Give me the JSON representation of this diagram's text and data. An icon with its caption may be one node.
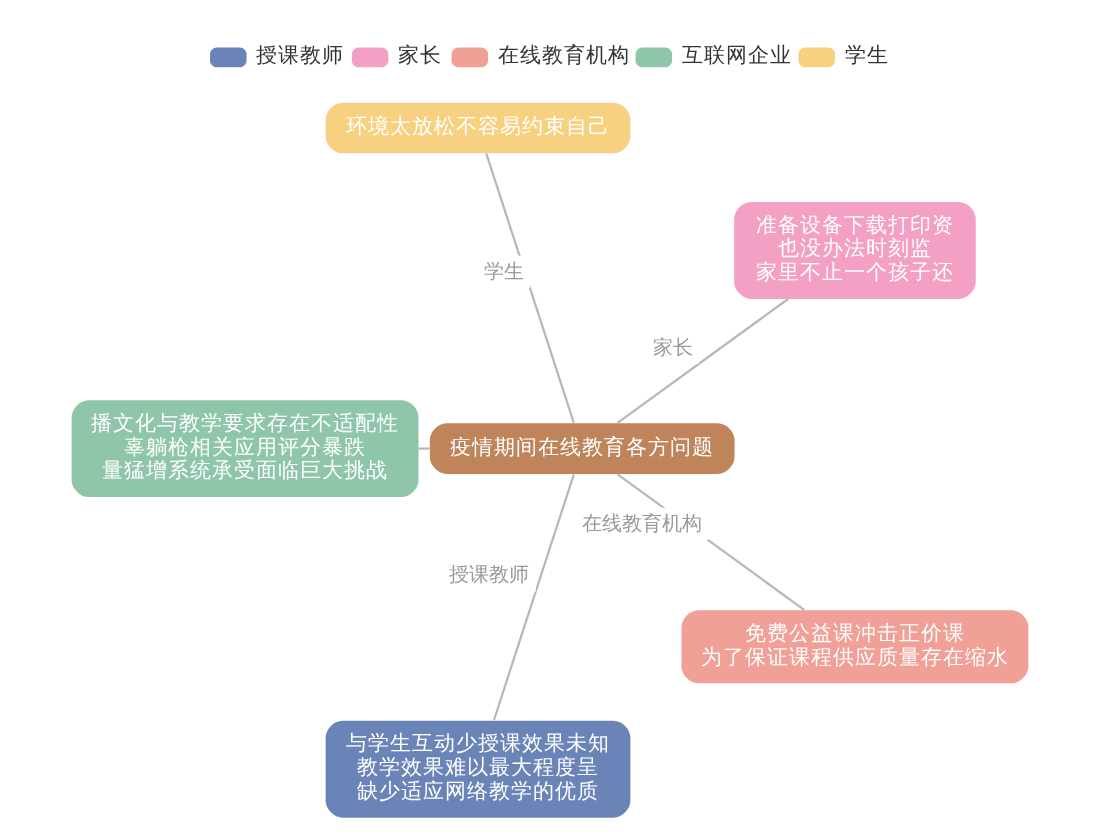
{
  "diagram": {
    "nodes": [
      {
        "text": [
          "疫情期间在线教育各方问题"
        ]
      },
      {
        "text": [
          "环境太放松不容易约束自己"
        ]
      },
      {
        "text": [
          "播文化与教学要求存在不适配性",
          "辜躺枪相关应用评分暴跌",
          "量猛增系统承受面临巨大挑战"
        ]
      },
      {
        "text": [
          "准备设备下载打印资",
          "也没办法时刻监",
          "家里不止一个孩子还"
        ]
      },
      {
        "text": [
          "与学生互动少授课效果未知",
          "教学效果难以最大程度呈",
          "缺少适应网络教学的优质"
        ]
      },
      {
        "text": [
          "免费公益课冲击正价课",
          "为了保证课程供应质量存在缩水"
        ]
      }
    ],
    "edges": [
      {
        "from": 0,
        "to": 1,
        "arrow": "none",
        "label": "学生"
      },
      {
        "from": 0,
        "to": 2,
        "arrow": "none"
      },
      {
        "from": 0,
        "to": 3,
        "arrow": "none",
        "label": "家长"
      },
      {
        "from": 0,
        "to": 4,
        "arrow": "none",
        "label": "授课教师"
      },
      {
        "from": 0,
        "to": 5,
        "arrow": "none",
        "label": "在线教育机构"
      }
    ],
    "legend": [
      {
        "text": "授课教师",
        "color": "#6b84b8"
      },
      {
        "text": "家长",
        "color": "#f4a0c4"
      },
      {
        "text": "在线教育机构",
        "color": "#f0a096"
      },
      {
        "text": "互联网企业",
        "color": "#8fc6aa"
      },
      {
        "text": "学生",
        "color": "#f7d080"
      }
    ]
  }
}
